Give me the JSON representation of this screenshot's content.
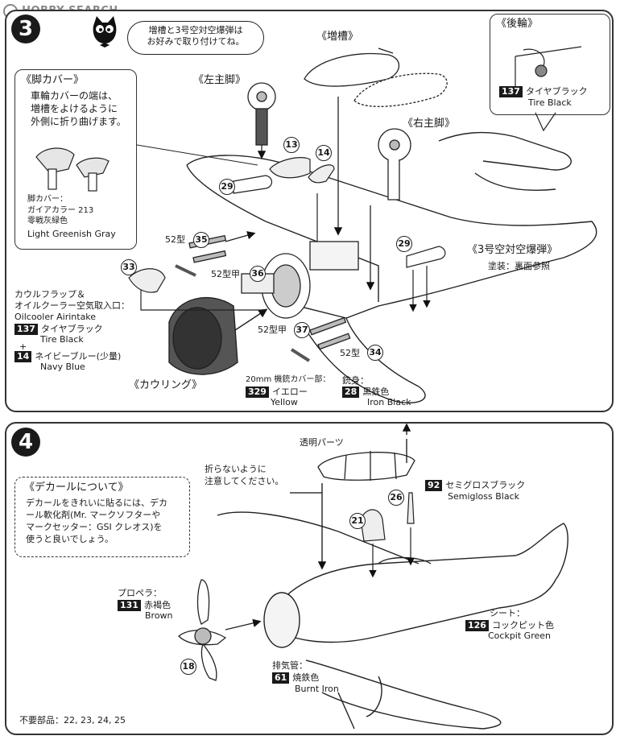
{
  "watermark": {
    "text": "HOBBY SEARCH"
  },
  "step3": {
    "number": "3",
    "bubble": {
      "line1": "増槽と3号空対空爆弾は",
      "line2": "お好みで取り付けてね。"
    },
    "drop_tank_title": "《増槽》",
    "left_gear_title": "《左主脚》",
    "right_gear_title": "《右主脚》",
    "tail_wheel": {
      "title": "《後輪》",
      "code": "137",
      "jp": "タイヤブラック",
      "en": "Tire Black"
    },
    "gear_cover_box": {
      "title": "《脚カバー》",
      "line1": "車輪カバーの端は、",
      "line2": "増槽をよけるように",
      "line3": "外側に折り曲げます。",
      "paint_label": "脚カバー：",
      "paint_brand": "ガイアカラー 213",
      "paint_jp": "零戦灰緑色",
      "paint_en": "Light Greenish Gray"
    },
    "parts": {
      "p13": "13",
      "p14": "14",
      "p29a": "29",
      "p29b": "29",
      "p33": "33",
      "p35": "35",
      "p36": "36",
      "p37": "37",
      "p34": "34"
    },
    "labels": {
      "type52_a": "52型",
      "type52ko_a": "52型甲",
      "type52ko_b": "52型甲",
      "type52_b": "52型"
    },
    "bomb": {
      "title": "《3号空対空爆弾》",
      "paint": "塗装：裏面参照"
    },
    "cowl_flap": {
      "line1": "カウルフラップ＆",
      "line2": "オイルクーラー空気取入口：",
      "line3": "Oilcooler Airintake",
      "code1": "137",
      "jp1": "タイヤブラック",
      "en1": "Tire Black",
      "plus": "+",
      "code2": "14",
      "jp2": "ネイビーブルー(少量)",
      "en2": "Navy Blue"
    },
    "cowling_title": "《カウリング》",
    "gun_cover": {
      "label": "20mm 機銃カバー部：",
      "code": "329",
      "jp": "イエロー",
      "en": "Yellow"
    },
    "gun_barrel": {
      "label": "銃身：",
      "code": "28",
      "jp": "黒鉄色",
      "en": "Iron Black"
    }
  },
  "step4": {
    "number": "4",
    "clear_parts": "透明パーツ",
    "warning": {
      "line1": "折らないように",
      "line2": "注意してください。"
    },
    "decal_box": {
      "title": "《デカールについて》",
      "line1": "デカールをきれいに貼るには、デカ",
      "line2": "ール軟化剤(Mr. マークソフターや",
      "line3": "マークセッター：GSI クレオス)を",
      "line4": "使うと良いでしょう。"
    },
    "semigloss": {
      "code": "92",
      "jp": "セミグロスブラック",
      "en": "Semigloss Black"
    },
    "parts": {
      "p26": "26",
      "p21": "21",
      "p18": "18"
    },
    "propeller": {
      "label": "プロペラ：",
      "code": "131",
      "jp": "赤褐色",
      "en": "Brown"
    },
    "seat": {
      "label": "シート：",
      "code": "126",
      "jp": "コックピット色",
      "en": "Cockpit Green"
    },
    "exhaust": {
      "label": "排気管：",
      "code": "61",
      "jp": "焼鉄色",
      "en": "Burnt Iron"
    },
    "unused_parts": "不要部品：22, 23, 24, 25"
  }
}
